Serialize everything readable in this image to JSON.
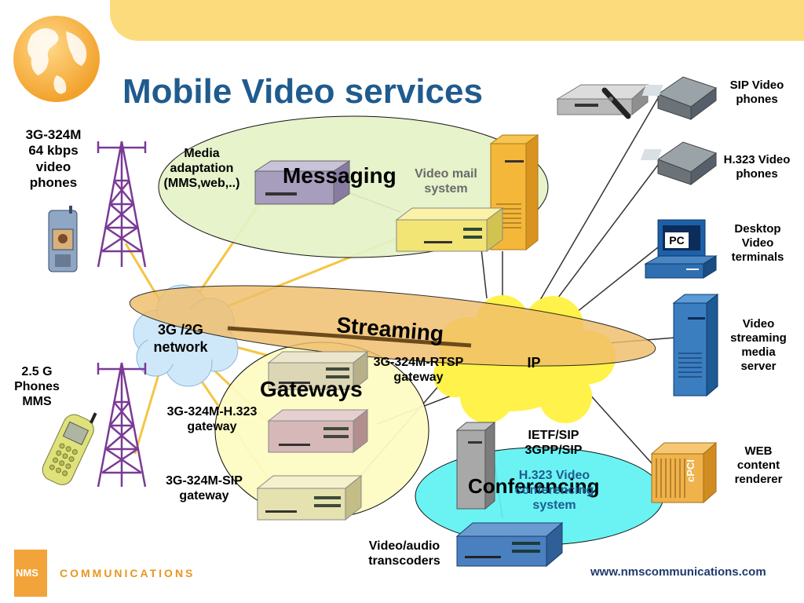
{
  "title": "Mobile Video services",
  "groups": {
    "messaging": "Messaging",
    "streaming": "Streaming",
    "gateways": "Gateways",
    "conferencing": "Conferencing"
  },
  "networks": {
    "g3g2": "3G /2G\nnetwork",
    "ip": "IP"
  },
  "labels": {
    "phones_3g": "3G-324M\n64 kbps\nvideo\nphones",
    "phones_25g": "2.5 G\nPhones\nMMS",
    "media_adaptation": "Media\nadaptation\n(MMS,web,..)",
    "video_mail": "Video mail\nsystem",
    "sip_phones": "SIP Video\nphones",
    "h323_phones": "H.323 Video\nphones",
    "desktop": "Desktop\nVideo\nterminals",
    "streaming_server": "Video\nstreaming\nmedia\nserver",
    "rtsp_gateway": "3G-324M-RTSP\ngateway",
    "h323_gateway": "3G-324M-H.323\ngateway",
    "sip_gateway": "3G-324M-SIP\ngateway",
    "ietf_sip": "IETF/SIP\n3GPP/SIP",
    "h323_conf": "H.323 Video\nconferencing\nsystem",
    "web_renderer": "WEB\ncontent\nrenderer",
    "transcoders": "Video/audio\ntranscoders",
    "pc_badge": "PC",
    "cpci_badge": "cPCI"
  },
  "footer": {
    "logo_text": "COMMUNICATIONS",
    "logo_mark": "NMS",
    "url": "www.nmscommunications.com"
  },
  "colors": {
    "title": "#1f5b8e",
    "topbar": "#fbdb7c",
    "messaging_fill": "#e4f3c7",
    "streaming_fill": "#f0be6a",
    "gateways_fill": "#fdfbc4",
    "conferencing_fill": "#5ff2f2",
    "ip_cloud": "#fff24a",
    "net_cloud": "#cfe8f9",
    "tower": "#7a3a96"
  }
}
